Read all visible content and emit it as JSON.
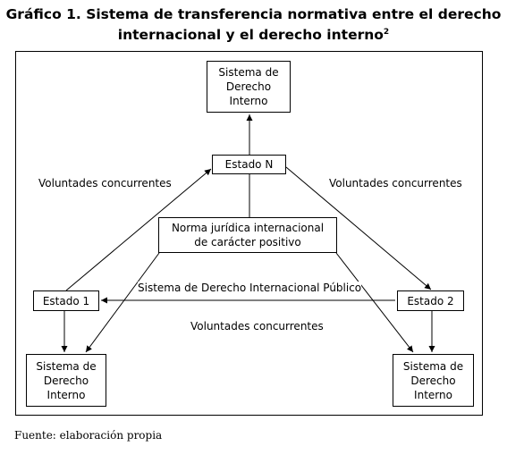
{
  "title": {
    "line1": "Gráfico 1. Sistema de transferencia normativa entre el derecho",
    "line2": "internacional y el derecho interno",
    "footnote_ref": "2"
  },
  "nodes": {
    "sistema_top": "Sistema de\nDerecho\nInterno",
    "estado_n": "Estado N",
    "norma": "Norma jurídica internacional\nde carácter positivo",
    "estado_1": "Estado 1",
    "estado_2": "Estado 2",
    "sistema_left": "Sistema de\nDerecho\nInterno",
    "sistema_right": "Sistema de\nDerecho\nInterno"
  },
  "labels": {
    "voluntades_left": "Voluntades concurrentes",
    "voluntades_right": "Voluntades concurrentes",
    "voluntades_bottom": "Voluntades concurrentes",
    "sistema_dip": "Sistema de Derecho Internacional Público"
  },
  "source": "Fuente: elaboración propia"
}
